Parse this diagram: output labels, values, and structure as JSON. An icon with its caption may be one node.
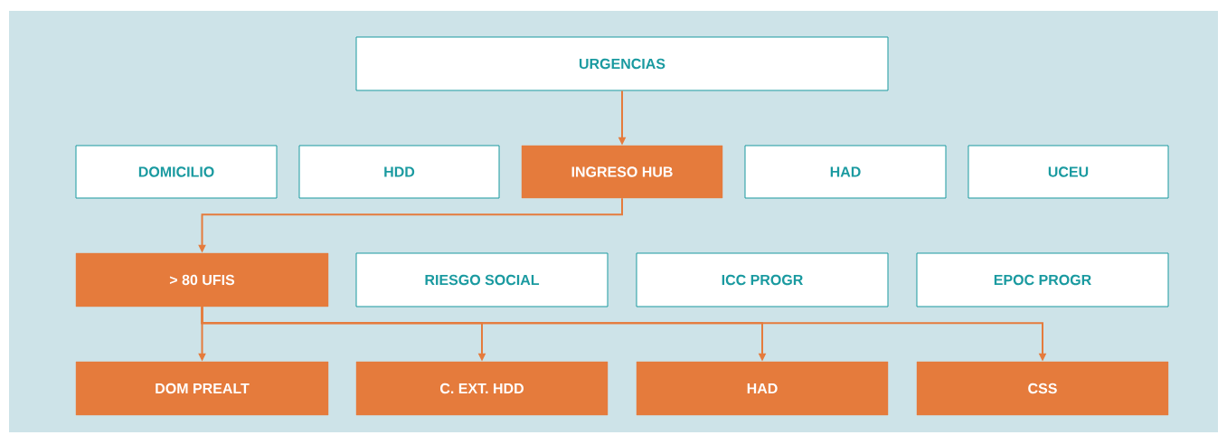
{
  "diagram": {
    "nodes": [
      {
        "text": [
          "URGENCIAS"
        ]
      },
      {
        "text": [
          "DOMICILIO"
        ]
      },
      {
        "text": [
          "HDD"
        ]
      },
      {
        "text": [
          "INGRESO HUB"
        ]
      },
      {
        "text": [
          "HAD"
        ]
      },
      {
        "text": [
          "UCEU"
        ]
      },
      {
        "text": [
          "> 80 UFIS"
        ]
      },
      {
        "text": [
          "RIESGO SOCIAL"
        ]
      },
      {
        "text": [
          "ICC PROGR"
        ]
      },
      {
        "text": [
          "EPOC PROGR"
        ]
      },
      {
        "text": [
          "DOM PREALT"
        ]
      },
      {
        "text": [
          "C. EXT. HDD"
        ]
      },
      {
        "text": [
          "HAD"
        ]
      },
      {
        "text": [
          "CSS"
        ]
      }
    ],
    "edges": [
      {
        "from": 0,
        "to": 3,
        "arrow": "to"
      },
      {
        "from": 3,
        "to": 6,
        "arrow": "to"
      },
      {
        "from": 6,
        "to": 10,
        "arrow": "to"
      },
      {
        "from": 6,
        "to": 11,
        "arrow": "to"
      },
      {
        "from": 6,
        "to": 12,
        "arrow": "to"
      },
      {
        "from": 6,
        "to": 13,
        "arrow": "to"
      }
    ]
  }
}
